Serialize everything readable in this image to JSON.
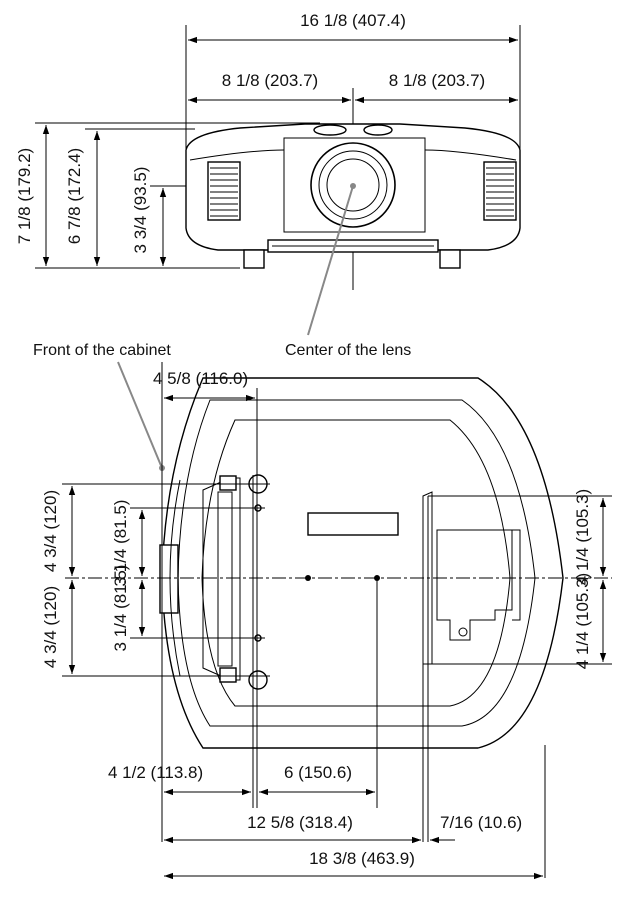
{
  "front_view": {
    "overall_width": "16 1/8 (407.4)",
    "half_width_left": "8 1/8 (203.7)",
    "half_width_right": "8 1/8 (203.7)",
    "total_height": "7 1/8 (179.2)",
    "body_height": "6 7/8 (172.4)",
    "lens_height": "3 3/4 (93.5)"
  },
  "callouts": {
    "front_of_cabinet": "Front of the cabinet",
    "center_of_lens": "Center of the lens"
  },
  "bottom_view": {
    "top_offset": "4 5/8 (116.0)",
    "left_upper_outer": "4 3/4 (120)",
    "left_upper_inner": "3 1/4 (81.5)",
    "left_lower_outer": "4 3/4 (120)",
    "left_lower_inner": "3 1/4 (81.5)",
    "right_upper": "4 1/4 (105.3)",
    "right_lower": "4 1/4 (105.3)",
    "foot_offset": "4 1/2 (113.8)",
    "lens_offset": "6 (150.6)",
    "depth_front": "12 5/8 (318.4)",
    "depth_small": "7/16 (10.6)",
    "overall_depth": "18 3/8 (463.9)"
  }
}
